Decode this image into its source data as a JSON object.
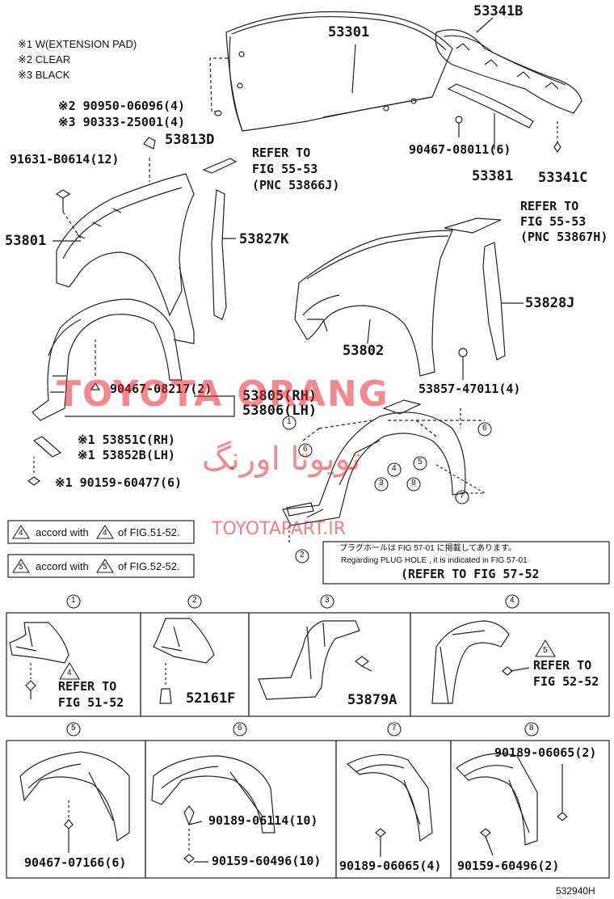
{
  "notes": {
    "n1": "※1 W(EXTENSION PAD)",
    "n2": "※2 CLEAR",
    "n3": "※3 BLACK"
  },
  "parts": {
    "hood": "53301",
    "hood_seal": "53341B",
    "hood_bolt_clear": "※2 90950-06096(4)",
    "hood_bolt_black": "※3 90333-25001(4)",
    "clip_top": "53813D",
    "bolt_91631": "91631-B0614(12)",
    "fender_rh": "53801",
    "fender_lh": "53802",
    "refer_1a": "REFER TO",
    "refer_1b": "FIG 55-53",
    "refer_1c": "(PNC 53866J)",
    "seal_rh": "53827K",
    "clip_90467_08011": "90467-08011(6)",
    "seal_53381": "53381",
    "clip_53341c": "53341C",
    "refer_2a": "REFER TO",
    "refer_2b": "FIG 55-53",
    "refer_2c": "(PNC 53867H)",
    "seal_lh": "53828J",
    "clip_90467_08217": "90467-08217(2)",
    "liner_rh": "53805(RH)",
    "liner_lh": "53806(LH)",
    "clip_53857": "53857-47011(4)",
    "pad_rh": "※1 53851C(RH)",
    "pad_lh": "※1 53852B(LH)",
    "screw_90159": "※1 90159-60477(6)"
  },
  "accords": {
    "a4_num": "4",
    "a4_text": "accord with",
    "a4_fig": "of FIG.51-52.",
    "a5_num": "5",
    "a5_text": "accord with",
    "a5_fig": "of FIG.52-52."
  },
  "plug_box": {
    "jp": "プラグホールは FIG 57-01 に掲載してあります。",
    "en": "Regarding PLUG HOLE , it is indicated in FIG 57-01",
    "ref": "(REFER TO FIG 57-52"
  },
  "markers": [
    "1",
    "2",
    "3",
    "4",
    "5",
    "6",
    "7",
    "8"
  ],
  "details": {
    "d1_refer": "REFER TO",
    "d1_fig": "FIG 51-52",
    "d1_tri": "4",
    "d2_part": "52161F",
    "d3_part": "53879A",
    "d4_refer": "REFER TO",
    "d4_fig": "FIG 52-52",
    "d4_tri": "5",
    "d5_part": "90467-07166(6)",
    "d6_part1": "90189-06114(10)",
    "d6_part2": "90159-60496(10)",
    "d7_part": "90189-06065(4)",
    "d8_part1": "90189-06065(2)",
    "d8_part2": "90159-60496(2)"
  },
  "watermarks": {
    "w1": "TOYOTA ORANG",
    "w2": "تویوتا اورنگ",
    "w3": "TOYOTAPART.IR"
  },
  "figure_code": "532940H"
}
